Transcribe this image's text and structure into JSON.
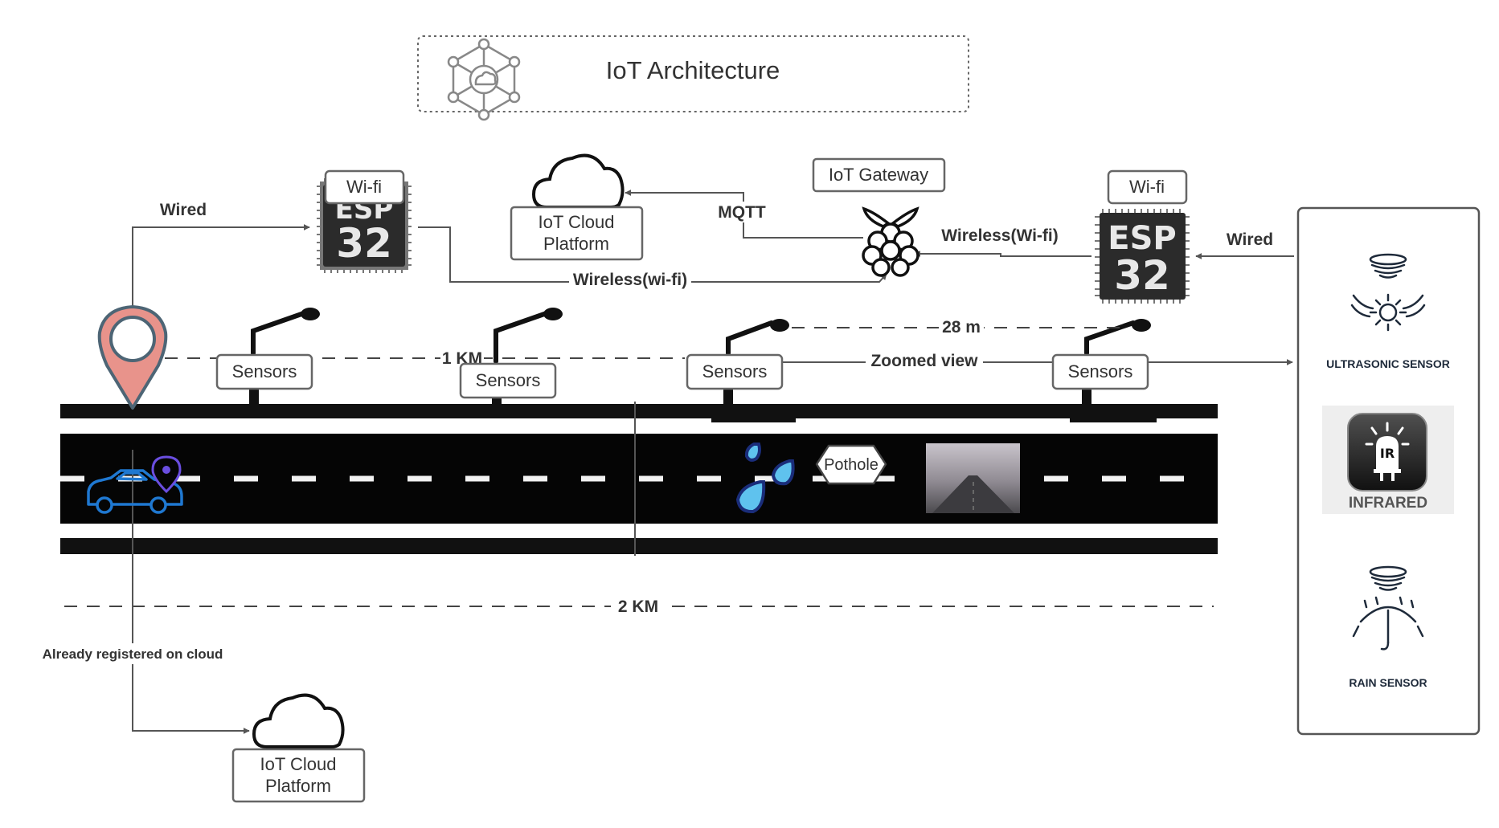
{
  "title": "IoT Architecture",
  "nodes": {
    "wifi_left": "Wi-fi",
    "esp_left": [
      "ESP",
      "32"
    ],
    "cloud_top": [
      "IoT Cloud",
      "Platform"
    ],
    "gateway": "IoT Gateway",
    "wifi_right": "Wi-fi",
    "esp_right": [
      "ESP",
      "32"
    ],
    "cloud_bottom": [
      "IoT Cloud",
      "Platform"
    ],
    "sensor_boxes": [
      "Sensors",
      "Sensors",
      "Sensors",
      "Sensors"
    ],
    "pothole": "Pothole"
  },
  "edges": {
    "wired_left": "Wired",
    "wireless_left": "Wireless(wi-fi)",
    "mqtt": "MQTT",
    "wireless_right": "Wireless(Wi-fi)",
    "wired_right": "Wired",
    "zoomed_view": "Zoomed view",
    "already_registered": "Already registered on cloud"
  },
  "distances": {
    "d1": "1 KM",
    "d28": "28 m",
    "d2": "2 KM"
  },
  "sensor_panel": {
    "ultrasonic": "ULTRASONIC SENSOR",
    "infrared_badge": "IR",
    "infrared": "INFRARED",
    "rain": "RAIN SENSOR"
  },
  "icons": [
    "network-hub-icon",
    "cloud-icon",
    "esp32-chip-icon",
    "raspberry-pi-icon",
    "map-pin-icon",
    "car-icon",
    "location-pin-icon",
    "water-drop-icon",
    "fog-road-image",
    "ultrasonic-sensor-icon",
    "infrared-sensor-icon",
    "rain-sensor-icon",
    "street-lamp-icon"
  ]
}
